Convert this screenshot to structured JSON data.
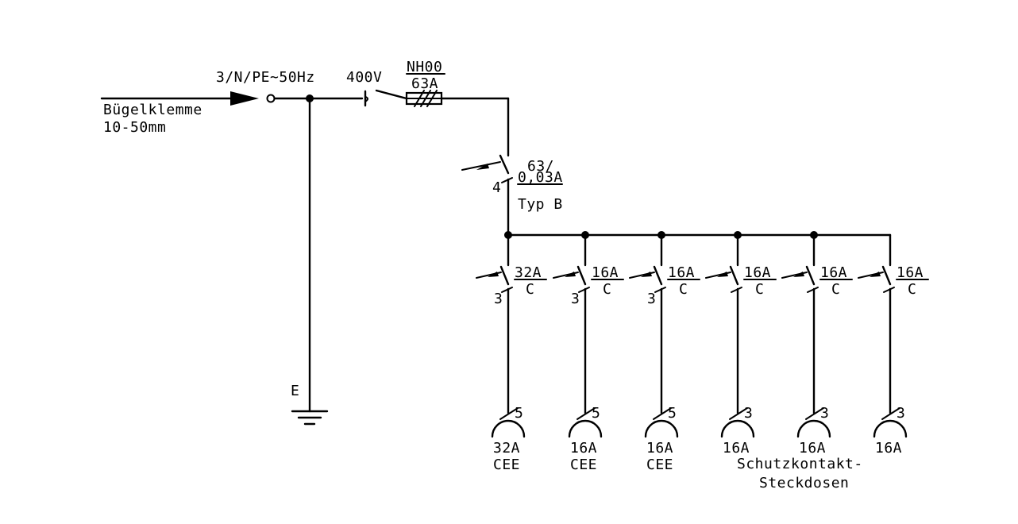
{
  "supply": {
    "terminal_label": "Bügelklemme",
    "terminal_size": "10-50mm",
    "system": "3/N/PE~50Hz",
    "voltage": "400V"
  },
  "main_fuse": {
    "type": "NH00",
    "rating": "63A"
  },
  "rcd": {
    "rating": "63/",
    "residual": "0,03A",
    "poles": "4",
    "type": "Typ B"
  },
  "earth": {
    "label": "E"
  },
  "breakers": [
    {
      "rating": "32A",
      "curve": "C",
      "poles": "3"
    },
    {
      "rating": "16A",
      "curve": "C",
      "poles": "3"
    },
    {
      "rating": "16A",
      "curve": "C",
      "poles": "3"
    },
    {
      "rating": "16A",
      "curve": "C",
      "poles": ""
    },
    {
      "rating": "16A",
      "curve": "C",
      "poles": ""
    },
    {
      "rating": "16A",
      "curve": "C",
      "poles": ""
    }
  ],
  "outlets": [
    {
      "poles": "5",
      "rating": "32A",
      "type": "CEE"
    },
    {
      "poles": "5",
      "rating": "16A",
      "type": "CEE"
    },
    {
      "poles": "5",
      "rating": "16A",
      "type": "CEE"
    },
    {
      "poles": "3",
      "rating": "16A",
      "type": ""
    },
    {
      "poles": "3",
      "rating": "16A",
      "type": ""
    },
    {
      "poles": "3",
      "rating": "16A",
      "type": ""
    }
  ],
  "schuko": {
    "line1": "Schutzkontakt-",
    "line2": "Steckdosen"
  }
}
